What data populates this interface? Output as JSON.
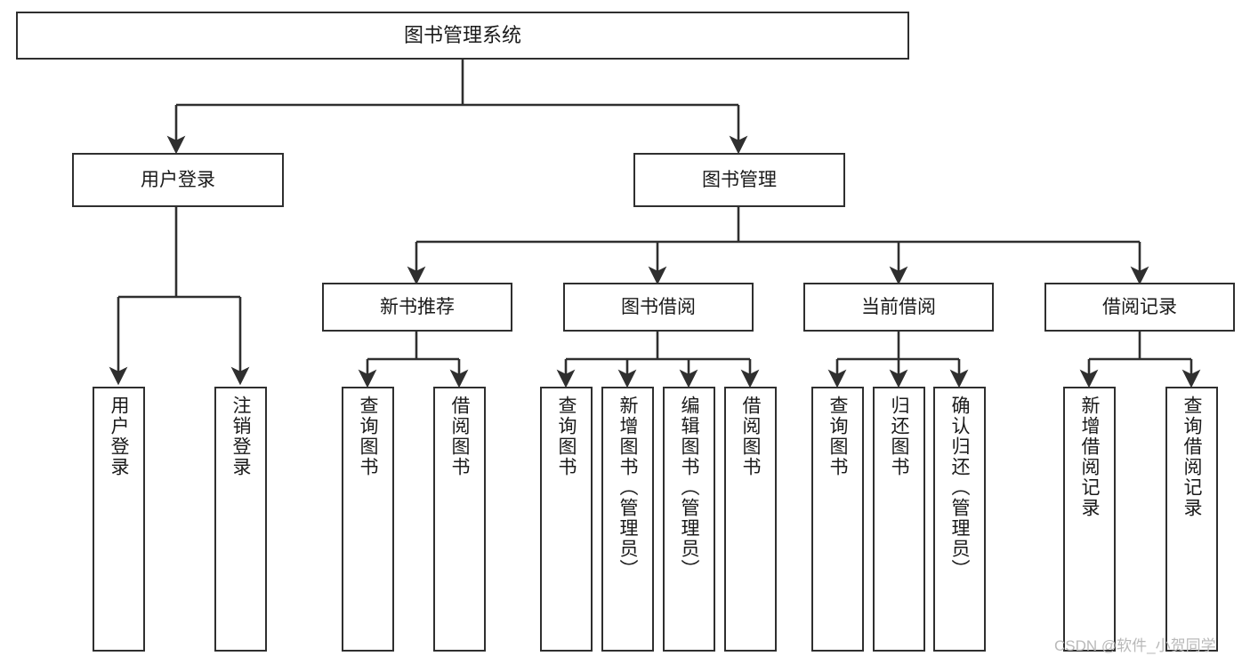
{
  "diagram": {
    "title": "图书管理系统",
    "type": "hierarchy-tree",
    "orientation": "top-down",
    "root": {
      "label": "图书管理系统"
    },
    "level2": [
      {
        "label": "用户登录"
      },
      {
        "label": "图书管理"
      }
    ],
    "level3": [
      {
        "label": "新书推荐"
      },
      {
        "label": "图书借阅"
      },
      {
        "label": "当前借阅"
      },
      {
        "label": "借阅记录"
      }
    ],
    "leaves": {
      "user_login": [
        {
          "label": "用户登录"
        },
        {
          "label": "注销登录"
        }
      ],
      "new_book_recommend": [
        {
          "label": "查询图书"
        },
        {
          "label": "借阅图书"
        }
      ],
      "book_borrow": [
        {
          "label": "查询图书"
        },
        {
          "label": "新增图书（管理员）"
        },
        {
          "label": "编辑图书（管理员）"
        },
        {
          "label": "借阅图书"
        }
      ],
      "current_borrow": [
        {
          "label": "查询图书"
        },
        {
          "label": "归还图书"
        },
        {
          "label": "确认归还（管理员）"
        }
      ],
      "borrow_record": [
        {
          "label": "新增借阅记录"
        },
        {
          "label": "查询借阅记录"
        }
      ]
    }
  },
  "watermark": {
    "text": "CSDN @软件_小贺同学"
  },
  "colors": {
    "border": "#2f2f2f",
    "text": "#1a1a1a",
    "background": "#ffffff",
    "watermark": "#b9b9b9"
  }
}
